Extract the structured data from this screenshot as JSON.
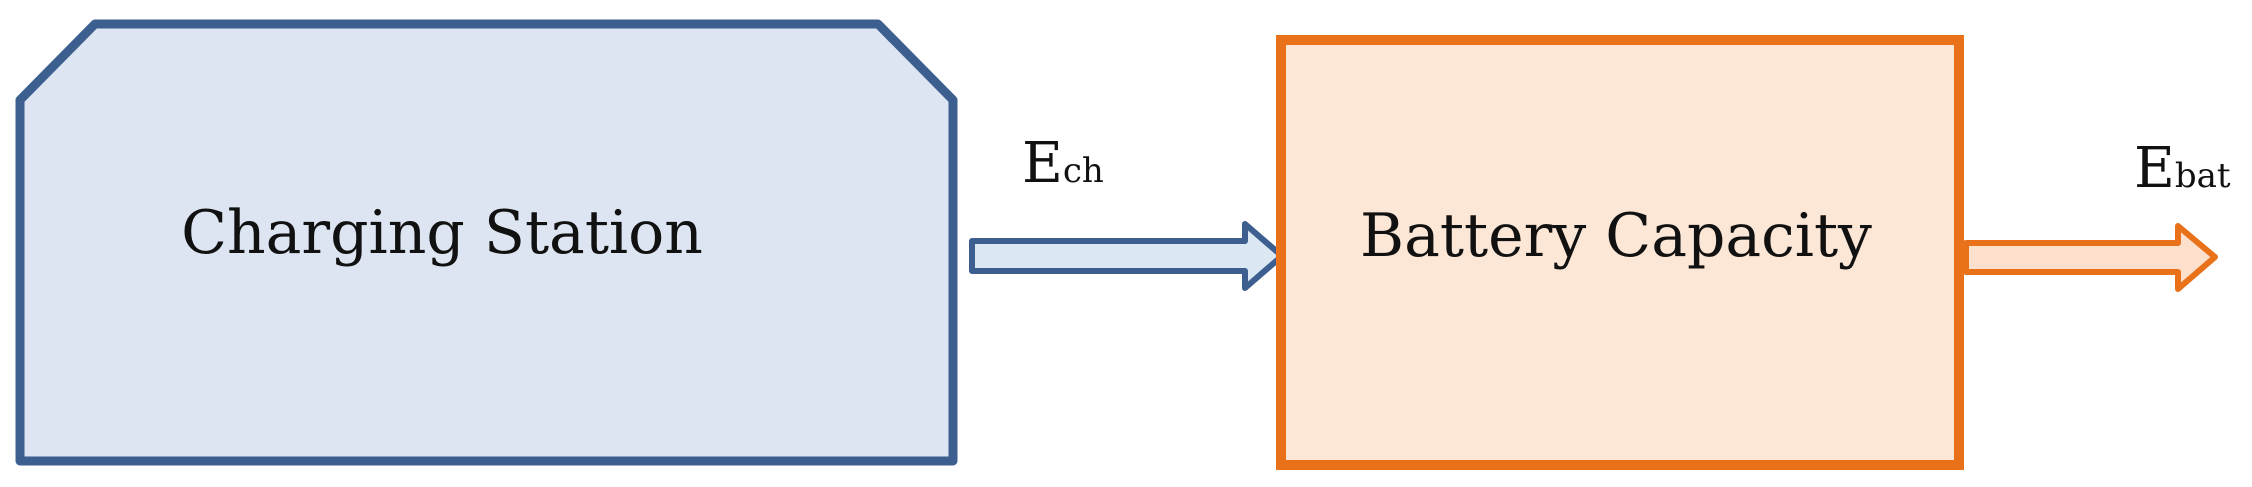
{
  "colors": {
    "station_fill": "#dce5f1",
    "station_stroke": "#3d5f8f",
    "battery_fill": "#fce6d6",
    "battery_stroke": "#e8711a",
    "arrow_in_fill": "#dbe8f4",
    "arrow_out_fill": "#fde0cc",
    "text": "#111111"
  },
  "nodes": {
    "charging_station": {
      "label": "Charging Station",
      "shape": "snipped-corner-rectangle"
    },
    "battery_capacity": {
      "label": "Battery Capacity",
      "shape": "rectangle"
    }
  },
  "flows": {
    "charge_energy": {
      "main": "E",
      "sub": "ch",
      "from": "Charging Station",
      "to": "Battery Capacity"
    },
    "battery_energy": {
      "main": "E",
      "sub": "bat",
      "from": "Battery Capacity",
      "to": ""
    }
  }
}
